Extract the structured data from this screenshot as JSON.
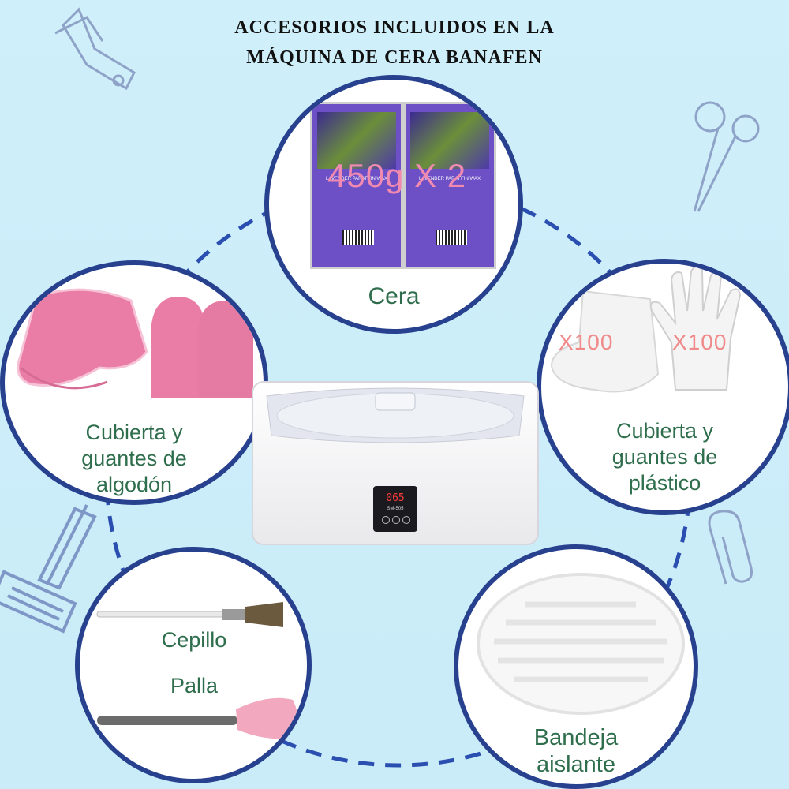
{
  "title": {
    "line1": "ACCESORIOS INCLUIDOS EN LA",
    "line2": "MÁQUINA DE CERA BANAFEN"
  },
  "wax": {
    "label": "Cera",
    "overlay": "450g X 2",
    "pack_text": "LAVENDER PARAFFIN WAX"
  },
  "cotton": {
    "line1": "Cubierta y",
    "line2": "guantes de",
    "line3": "algodón"
  },
  "plastic": {
    "line1": "Cubierta y",
    "line2": "guantes de",
    "line3": "plástico",
    "count_left": "X100",
    "count_right": "X100"
  },
  "tools": {
    "brush_label": "Cepillo",
    "spatula_label": "Palla"
  },
  "tray": {
    "line1": "Bandeja",
    "line2": "aislante"
  },
  "machine": {
    "display": "065",
    "model": "SM-505"
  },
  "colors": {
    "background": "#cdeef8",
    "ring": "#27418f",
    "label_green": "#2f6e4d",
    "pink": "#e97da6"
  }
}
